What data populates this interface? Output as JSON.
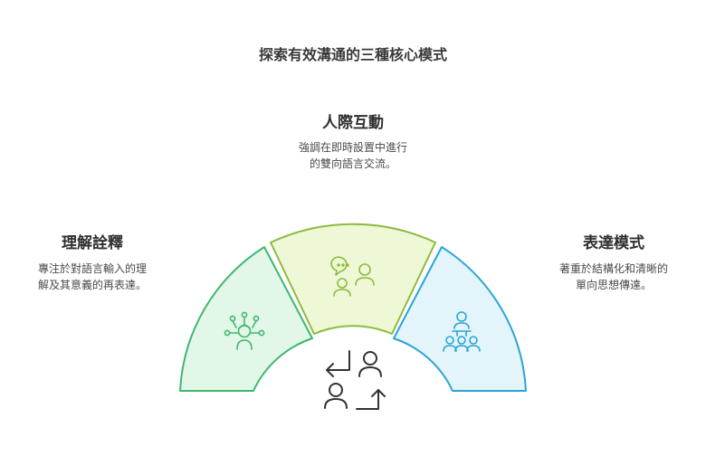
{
  "title": "探索有效溝通的三種核心模式",
  "modes": {
    "top": {
      "heading": "人際互動",
      "desc_line1": "強調在即時設置中進行",
      "desc_line2": "的雙向語言交流。",
      "color": "#8dba3e",
      "fill": "#eef8d6"
    },
    "left": {
      "heading": "理解詮釋",
      "desc_line1": "專注於對語言輸入的理",
      "desc_line2": "解及其意義的再表達。",
      "color": "#3fb870",
      "fill": "#e2f7e8"
    },
    "right": {
      "heading": "表達模式",
      "desc_line1": "著重於結構化和清晰的",
      "desc_line2": "單向思想傳達。",
      "color": "#2aa5d6",
      "fill": "#e3f4fb"
    }
  },
  "icons": {
    "top": "chat-people-icon",
    "left": "head-network-icon",
    "right": "presenter-audience-icon",
    "center": "exchange-people-icon"
  }
}
